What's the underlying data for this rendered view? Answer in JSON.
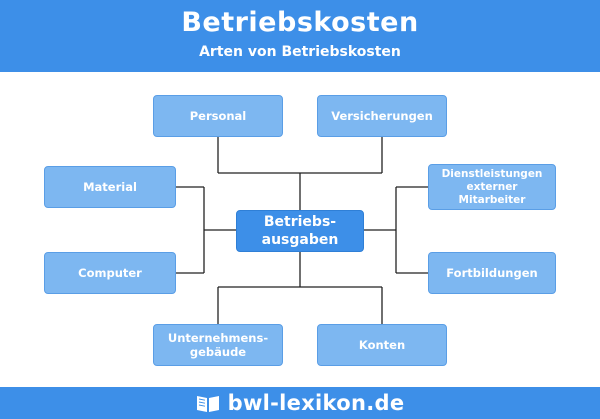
{
  "header": {
    "title": "Betriebskosten",
    "subtitle": "Arten von Betriebskosten"
  },
  "diagram": {
    "center": "Betriebs-\nausgaben",
    "nodes": {
      "personal": "Personal",
      "versicherungen": "Versicherungen",
      "material": "Material",
      "dienstleistungen": "Dienstleistungen\nexterner\nMitarbeiter",
      "computer": "Computer",
      "fortbildungen": "Fortbildungen",
      "unternehmensgebaeude": "Unternehmens-\ngebäude",
      "konten": "Konten"
    }
  },
  "footer": {
    "brand": "bwl-lexikon.de",
    "logo_icon": "open-book-icon"
  },
  "colors": {
    "header_blue": "#3d8fe8",
    "node_blue": "#7db7f1",
    "center_blue": "#3d8fe8",
    "line": "#222222"
  }
}
